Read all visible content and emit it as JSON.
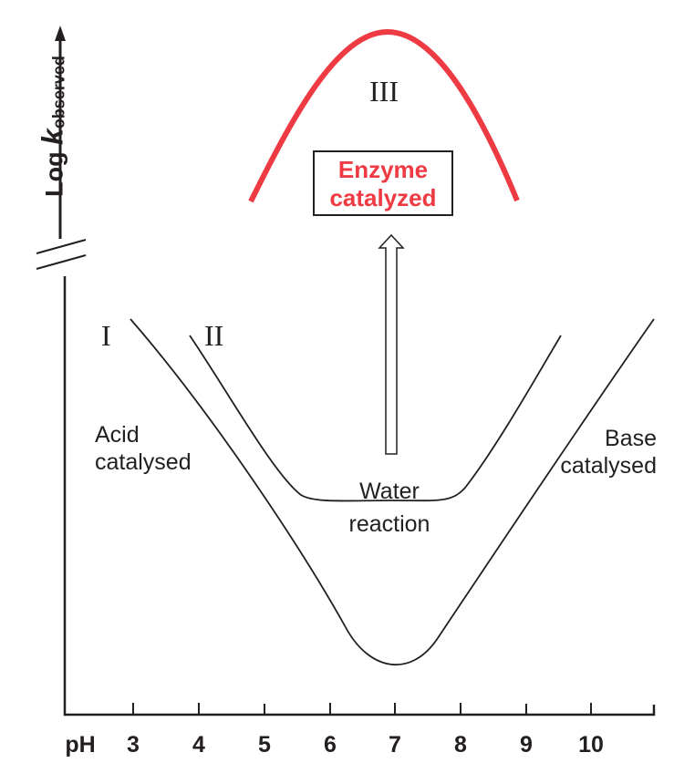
{
  "y_axis": {
    "label_prefix": "Log ",
    "label_var": "k",
    "label_sub": "observed"
  },
  "x_axis": {
    "label": "pH",
    "ticks": [
      "3",
      "4",
      "5",
      "6",
      "7",
      "8",
      "9",
      "10"
    ]
  },
  "curves": [
    {
      "id": "I",
      "label": "I"
    },
    {
      "id": "II",
      "label": "II"
    },
    {
      "id": "III",
      "label": "III"
    }
  ],
  "annotations": {
    "acid": [
      "Acid",
      "catalysed"
    ],
    "base": [
      "Base",
      "catalysed"
    ],
    "water": [
      "Water",
      "reaction"
    ],
    "enzyme": [
      "Enzyme",
      "catalyzed"
    ]
  },
  "colors": {
    "enzyme_curve": "#ee3a43",
    "ink": "#231f20"
  }
}
